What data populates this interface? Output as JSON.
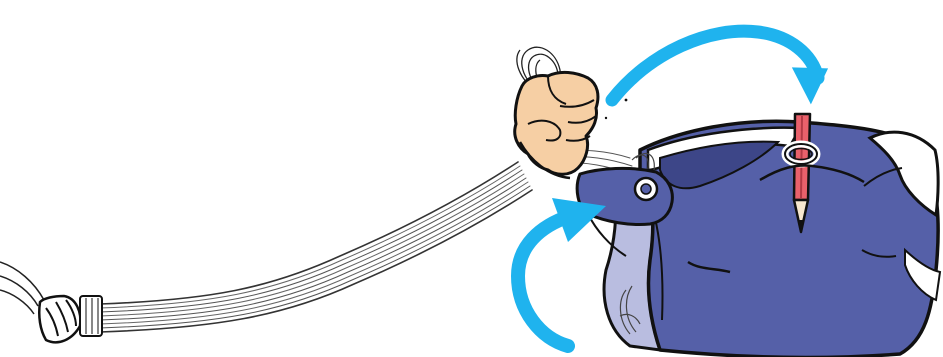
{
  "illustration": {
    "subject": "parachute-line-stowing-step",
    "elements": [
      "suspension-lines-bundle",
      "hand-holding-line-bight",
      "deployment-bag",
      "grommet",
      "closing-pencil",
      "direction-arrow-top",
      "direction-arrow-bottom"
    ]
  },
  "colors": {
    "bag_fill": "#5560a8",
    "bag_light": "#8f97cf",
    "bag_dark": "#3d4688",
    "inner_flap": "#b9bde0",
    "arrow": "#1fb3ee",
    "skin": "#f6cfa4",
    "pencil": "#e9616b",
    "pencil_dark": "#b13a45",
    "outline": "#111111",
    "line_stroke": "#555555"
  }
}
